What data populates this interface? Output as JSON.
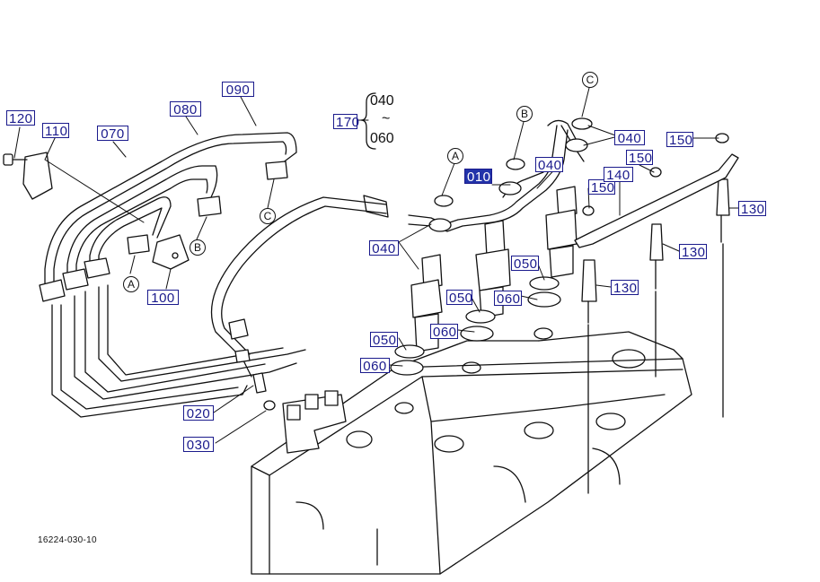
{
  "callouts": {
    "c090": "090",
    "c080": "080",
    "c070": "070",
    "c120": "120",
    "c110": "110",
    "c100": "100",
    "c170": "170",
    "c010": "010",
    "c040_top": "040",
    "c040_right": "040",
    "c040_left": "040",
    "c150_a": "150",
    "c150_b": "150",
    "c150_c": "150",
    "c140": "140",
    "c130_a": "130",
    "c130_b": "130",
    "c130_c": "130",
    "c050_a": "050",
    "c050_b": "050",
    "c050_c": "050",
    "c060_a": "060",
    "c060_b": "060",
    "c060_c": "060",
    "c020": "020",
    "c030": "030"
  },
  "range": {
    "from": "040",
    "tilde": "~",
    "to": "060"
  },
  "letters": {
    "a1": "A",
    "b1": "B",
    "c1": "C",
    "a2": "A",
    "b2": "B",
    "c2": "C"
  },
  "drawing_number": "16224-030-10",
  "colors": {
    "callout_border": "#1a1a8c",
    "callout_active_bg": "#2233aa"
  }
}
